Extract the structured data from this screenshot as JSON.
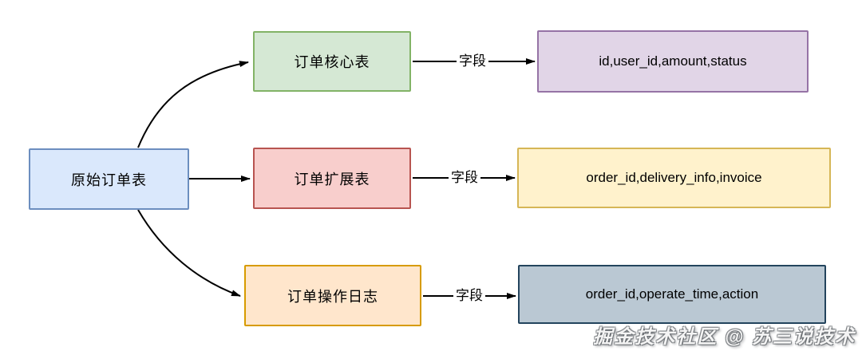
{
  "diagram": {
    "background": "#ffffff",
    "edge_color": "#000000",
    "source": {
      "label": "原始订单表",
      "fill": "#dae8fc",
      "border": "#6c8ebf"
    },
    "rows": [
      {
        "table": {
          "label": "订单核心表",
          "fill": "#d5e8d4",
          "border": "#82b366"
        },
        "edge_label": "字段",
        "fields": {
          "label": "id,user_id,amount,status",
          "fill": "#e1d5e7",
          "border": "#9673a6"
        }
      },
      {
        "table": {
          "label": "订单扩展表",
          "fill": "#f8cecc",
          "border": "#b85450"
        },
        "edge_label": "字段",
        "fields": {
          "label": "order_id,delivery_info,invoice",
          "fill": "#fff2cc",
          "border": "#d6b656"
        }
      },
      {
        "table": {
          "label": "订单操作日志",
          "fill": "#ffe6cc",
          "border": "#d79b00"
        },
        "edge_label": "字段",
        "fields": {
          "label": "order_id,operate_time,action",
          "fill": "#bac8d3",
          "border": "#23445d"
        }
      }
    ],
    "watermark": "掘金技术社区 @ 苏三说技术"
  }
}
